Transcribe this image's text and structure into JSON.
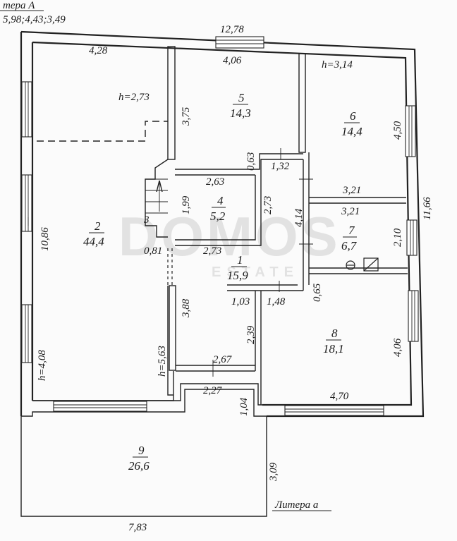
{
  "header": {
    "litera_title": "тера А",
    "heights": "5,98;4,43;3,49"
  },
  "footer": {
    "litera_label": "Литера а"
  },
  "watermark": {
    "main": "DOMOS",
    "sub": "ESTATE"
  },
  "rooms": {
    "r1": {
      "num": "1",
      "area": "15,9"
    },
    "r2": {
      "num": "2",
      "area": "44,4"
    },
    "r4": {
      "num": "4",
      "area": "5,2"
    },
    "r5": {
      "num": "5",
      "area": "14,3"
    },
    "r6": {
      "num": "6",
      "area": "14,4"
    },
    "r7": {
      "num": "7",
      "area": "6,7"
    },
    "r8": {
      "num": "8",
      "area": "18,1"
    },
    "r9": {
      "num": "9",
      "area": "26,6"
    }
  },
  "dimensions": {
    "top_total": "12,78",
    "r2_top": "4,28",
    "r5_top": "4,06",
    "r2_height": "h=2,73",
    "r6_height": "h=3,14",
    "r5_side": "3,75",
    "r5_bottom": "0,63",
    "r6_side": "4,50",
    "right_total": "11,66",
    "hall_small": "1,32",
    "r4_top": "2,63",
    "r4_side": "1,99",
    "r4_right": "2,73",
    "corr_side": "4,14",
    "r7_top_a": "3,21",
    "r7_top_b": "3,21",
    "r7_side": "2,10",
    "left_total": "10,86",
    "stair_w": "0,81",
    "r4_bottom": "2,73",
    "stair_num": "3",
    "r1_a": "1,03",
    "r1_b": "1,48",
    "r8_gap": "0,65",
    "r1_side": "3,88",
    "r1_right": "2,39",
    "r8_side": "4,06",
    "r1_bottom": "2,67",
    "door_w": "2,27",
    "r8_bottom": "4,70",
    "h_left": "h=4,08",
    "h_right": "h=5,63",
    "porch_step": "1,04",
    "porch_side": "3,09",
    "porch_bottom": "7,83"
  }
}
